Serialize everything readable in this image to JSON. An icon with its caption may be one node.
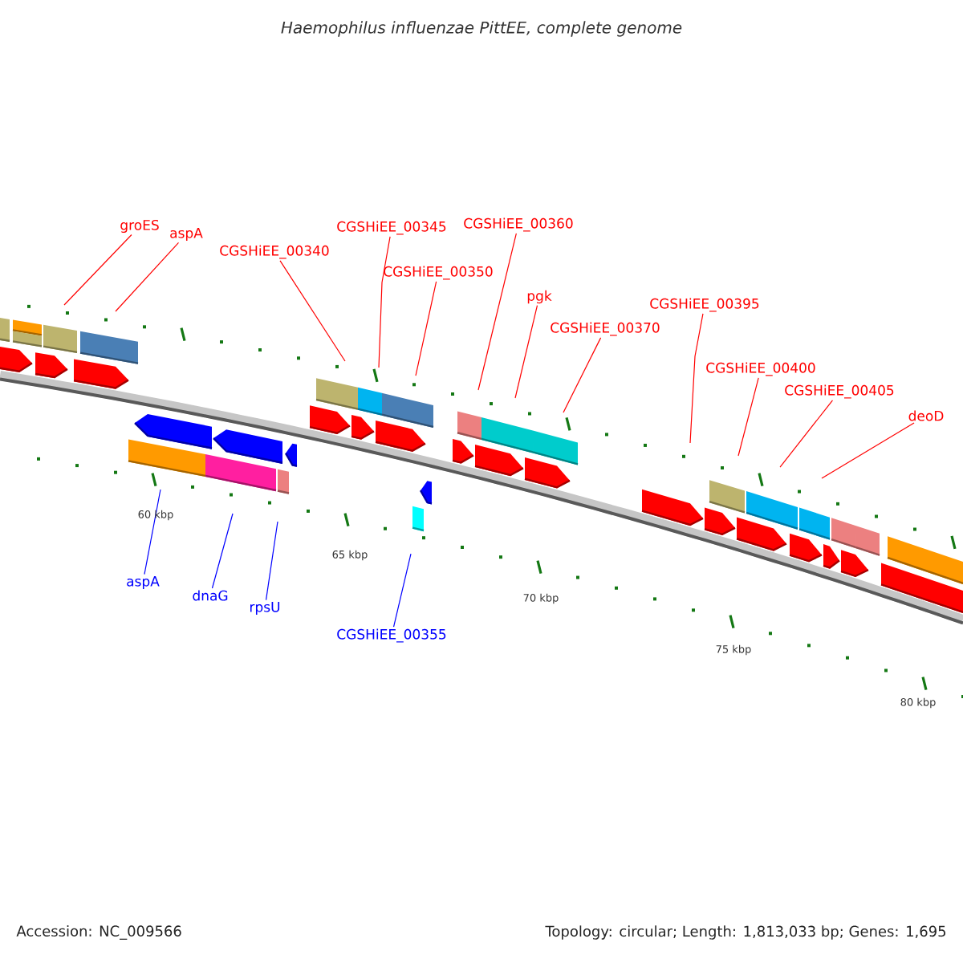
{
  "diagram": {
    "title": "Haemophilus influenzae PittEE, complete genome",
    "nodes": [
      {
        "text": [
          "groES"
        ]
      },
      {
        "text": [
          "aspA"
        ]
      },
      {
        "text": [
          "CGSHiEE_00340"
        ]
      },
      {
        "text": [
          "CGSHiEE_00345"
        ]
      },
      {
        "text": [
          "CGSHiEE_00350"
        ]
      },
      {
        "text": [
          "CGSHiEE_00360"
        ]
      },
      {
        "text": [
          "pgk"
        ]
      },
      {
        "text": [
          "CGSHiEE_00370"
        ]
      },
      {
        "text": [
          "CGSHiEE_00395"
        ]
      },
      {
        "text": [
          "CGSHiEE_00400"
        ]
      },
      {
        "text": [
          "CGSHiEE_00405"
        ]
      },
      {
        "text": [
          "deoD"
        ]
      },
      {
        "text": [
          "aspA"
        ]
      },
      {
        "text": [
          "dnaG"
        ]
      },
      {
        "text": [
          "rpsU"
        ]
      },
      {
        "text": [
          "CGSHiEE_00355"
        ]
      }
    ],
    "edges": [
      {
        "from": 0,
        "to": null,
        "arrow": "none"
      },
      {
        "from": 1,
        "to": null,
        "arrow": "none"
      },
      {
        "from": 2,
        "to": null,
        "arrow": "none"
      },
      {
        "from": 3,
        "to": null,
        "arrow": "none"
      },
      {
        "from": 4,
        "to": null,
        "arrow": "none"
      },
      {
        "from": 5,
        "to": null,
        "arrow": "none"
      },
      {
        "from": 6,
        "to": null,
        "arrow": "none"
      },
      {
        "from": 7,
        "to": null,
        "arrow": "none"
      },
      {
        "from": 8,
        "to": null,
        "arrow": "none"
      },
      {
        "from": 9,
        "to": null,
        "arrow": "none"
      },
      {
        "from": 10,
        "to": null,
        "arrow": "none"
      },
      {
        "from": 11,
        "to": null,
        "arrow": "none"
      },
      {
        "from": 12,
        "to": null,
        "arrow": "none",
        "color": "#0000ff"
      },
      {
        "from": 13,
        "to": null,
        "arrow": "none",
        "color": "#0000ff"
      },
      {
        "from": 14,
        "to": null,
        "arrow": "none",
        "color": "#0000ff"
      },
      {
        "from": 15,
        "to": null,
        "arrow": "none",
        "color": "#0000ff"
      }
    ],
    "labels": [
      "60 kbp",
      "65 kbp",
      "70 kbp",
      "75 kbp",
      "80 kbp",
      "Accession: NC_009566",
      "Topology: circular; Length: 1,813,033 bp; Genes: 1,695"
    ]
  }
}
